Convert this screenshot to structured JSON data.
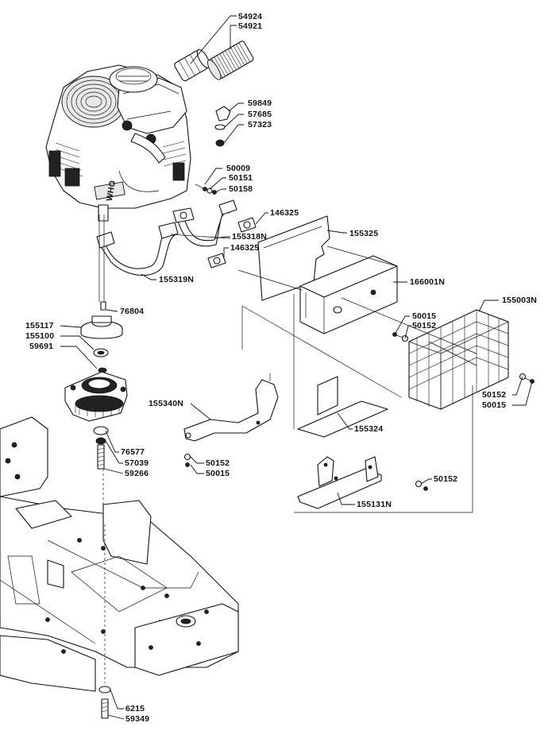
{
  "callouts": [
    {
      "id": "c-54924",
      "text": "54924"
    },
    {
      "id": "c-54921",
      "text": "54921"
    },
    {
      "id": "c-59849",
      "text": "59849"
    },
    {
      "id": "c-57685",
      "text": "57685"
    },
    {
      "id": "c-57323",
      "text": "57323"
    },
    {
      "id": "c-50009",
      "text": "50009"
    },
    {
      "id": "c-50151",
      "text": "50151"
    },
    {
      "id": "c-50158",
      "text": "50158"
    },
    {
      "id": "c-146325a",
      "text": "146325"
    },
    {
      "id": "c-155325",
      "text": "155325"
    },
    {
      "id": "c-155318N",
      "text": "155318N"
    },
    {
      "id": "c-146325b",
      "text": "146325"
    },
    {
      "id": "c-155319N",
      "text": "155319N"
    },
    {
      "id": "c-166001N",
      "text": "166001N"
    },
    {
      "id": "c-155003N",
      "text": "155003N"
    },
    {
      "id": "c-76804",
      "text": "76804"
    },
    {
      "id": "c-155117",
      "text": "155117"
    },
    {
      "id": "c-155100",
      "text": "155100"
    },
    {
      "id": "c-59691",
      "text": "59691"
    },
    {
      "id": "c-50015a",
      "text": "50015"
    },
    {
      "id": "c-50152a",
      "text": "50152"
    },
    {
      "id": "c-50152b",
      "text": "50152"
    },
    {
      "id": "c-50015b",
      "text": "50015"
    },
    {
      "id": "c-155340N",
      "text": "155340N"
    },
    {
      "id": "c-155324",
      "text": "155324"
    },
    {
      "id": "c-76577",
      "text": "76577"
    },
    {
      "id": "c-57039",
      "text": "57039"
    },
    {
      "id": "c-59266",
      "text": "59266"
    },
    {
      "id": "c-50152c",
      "text": "50152"
    },
    {
      "id": "c-50015c",
      "text": "50015"
    },
    {
      "id": "c-50152d",
      "text": "50152"
    },
    {
      "id": "c-155131N",
      "text": "155131N"
    },
    {
      "id": "c-6215",
      "text": "6215"
    },
    {
      "id": "c-59349",
      "text": "59349"
    }
  ],
  "engine_decal": "WHO"
}
